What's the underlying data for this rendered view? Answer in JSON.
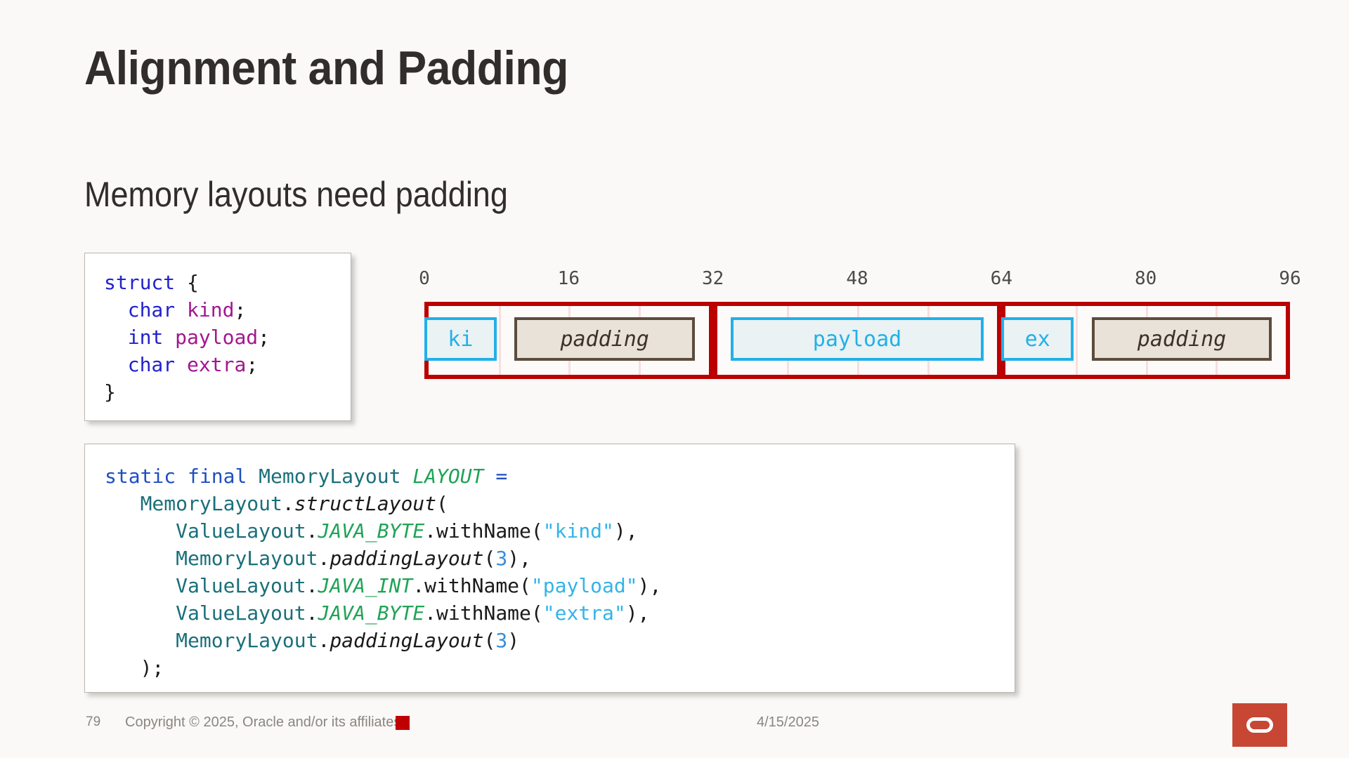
{
  "slide": {
    "title": "Alignment and Padding",
    "subtitle": "Memory layouts need padding"
  },
  "struct_code": {
    "lines": [
      [
        {
          "t": "struct",
          "c": "kw"
        },
        {
          "t": " {",
          "c": "pun"
        }
      ],
      [
        {
          "t": "  ",
          "c": "pun"
        },
        {
          "t": "char",
          "c": "kw"
        },
        {
          "t": " ",
          "c": "pun"
        },
        {
          "t": "kind",
          "c": "id"
        },
        {
          "t": ";",
          "c": "pun"
        }
      ],
      [
        {
          "t": "  ",
          "c": "pun"
        },
        {
          "t": "int",
          "c": "kw"
        },
        {
          "t": " ",
          "c": "pun"
        },
        {
          "t": "payload",
          "c": "id"
        },
        {
          "t": ";",
          "c": "pun"
        }
      ],
      [
        {
          "t": "  ",
          "c": "pun"
        },
        {
          "t": "char",
          "c": "kw"
        },
        {
          "t": " ",
          "c": "pun"
        },
        {
          "t": "extra",
          "c": "id"
        },
        {
          "t": ";",
          "c": "pun"
        }
      ],
      [
        {
          "t": "}",
          "c": "pun"
        }
      ]
    ]
  },
  "layout_code": {
    "lines": [
      [
        {
          "t": "static",
          "c": "kw2"
        },
        {
          "t": " ",
          "c": "pun"
        },
        {
          "t": "final",
          "c": "kw2"
        },
        {
          "t": " ",
          "c": "pun"
        },
        {
          "t": "MemoryLayout",
          "c": "cls"
        },
        {
          "t": " ",
          "c": "pun"
        },
        {
          "t": "LAYOUT",
          "c": "cst"
        },
        {
          "t": " ",
          "c": "pun"
        },
        {
          "t": "=",
          "c": "kw2"
        }
      ],
      [
        {
          "t": "   ",
          "c": "pun"
        },
        {
          "t": "MemoryLayout",
          "c": "cls"
        },
        {
          "t": ".",
          "c": "pun"
        },
        {
          "t": "structLayout",
          "c": "mth"
        },
        {
          "t": "(",
          "c": "pun"
        }
      ],
      [
        {
          "t": "      ",
          "c": "pun"
        },
        {
          "t": "ValueLayout",
          "c": "cls"
        },
        {
          "t": ".",
          "c": "pun"
        },
        {
          "t": "JAVA_BYTE",
          "c": "cst"
        },
        {
          "t": ".withName(",
          "c": "pun"
        },
        {
          "t": "\"kind\"",
          "c": "str"
        },
        {
          "t": "),",
          "c": "pun"
        }
      ],
      [
        {
          "t": "      ",
          "c": "pun"
        },
        {
          "t": "MemoryLayout",
          "c": "cls"
        },
        {
          "t": ".",
          "c": "pun"
        },
        {
          "t": "paddingLayout",
          "c": "mth"
        },
        {
          "t": "(",
          "c": "pun"
        },
        {
          "t": "3",
          "c": "num"
        },
        {
          "t": "),",
          "c": "pun"
        }
      ],
      [
        {
          "t": "      ",
          "c": "pun"
        },
        {
          "t": "ValueLayout",
          "c": "cls"
        },
        {
          "t": ".",
          "c": "pun"
        },
        {
          "t": "JAVA_INT",
          "c": "cst"
        },
        {
          "t": ".withName(",
          "c": "pun"
        },
        {
          "t": "\"payload\"",
          "c": "str"
        },
        {
          "t": "),",
          "c": "pun"
        }
      ],
      [
        {
          "t": "      ",
          "c": "pun"
        },
        {
          "t": "ValueLayout",
          "c": "cls"
        },
        {
          "t": ".",
          "c": "pun"
        },
        {
          "t": "JAVA_BYTE",
          "c": "cst"
        },
        {
          "t": ".withName(",
          "c": "pun"
        },
        {
          "t": "\"extra\"",
          "c": "str"
        },
        {
          "t": "),",
          "c": "pun"
        }
      ],
      [
        {
          "t": "      ",
          "c": "pun"
        },
        {
          "t": "MemoryLayout",
          "c": "cls"
        },
        {
          "t": ".",
          "c": "pun"
        },
        {
          "t": "paddingLayout",
          "c": "mth"
        },
        {
          "t": "(",
          "c": "pun"
        },
        {
          "t": "3",
          "c": "num"
        },
        {
          "t": ")",
          "c": "pun"
        }
      ],
      [
        {
          "t": "   );",
          "c": "pun"
        }
      ]
    ]
  },
  "diagram": {
    "unit_min": 0,
    "unit_max": 96,
    "scale_ticks": [
      {
        "label": "0",
        "value": 0
      },
      {
        "label": "16",
        "value": 16
      },
      {
        "label": "32",
        "value": 32
      },
      {
        "label": "48",
        "value": 48
      },
      {
        "label": "64",
        "value": 64
      },
      {
        "label": "80",
        "value": 80
      },
      {
        "label": "96",
        "value": 96
      }
    ],
    "gridline_step": 8,
    "word_groups": [
      {
        "start": 0,
        "end": 32
      },
      {
        "start": 32,
        "end": 64
      },
      {
        "start": 64,
        "end": 96
      }
    ],
    "fields": [
      {
        "label": "ki",
        "start": 0,
        "end": 8,
        "kind": "data"
      },
      {
        "label": "padding",
        "start": 10,
        "end": 30,
        "kind": "padding"
      },
      {
        "label": "payload",
        "start": 34,
        "end": 62,
        "kind": "data"
      },
      {
        "label": "ex",
        "start": 64,
        "end": 72,
        "kind": "data"
      },
      {
        "label": "padding",
        "start": 74,
        "end": 94,
        "kind": "padding"
      }
    ],
    "colors": {
      "group_border": "#bb0000",
      "gridline": "#f7dede",
      "data_border": "#22b0e8",
      "data_fill": "#eaf2f4",
      "padding_border": "#5b4c3c",
      "padding_fill": "#e9e2d9"
    }
  },
  "footer": {
    "page_number": "79",
    "copyright": "Copyright © 2025, Oracle and/or its affiliates",
    "date": "4/15/2025",
    "accent_color": "#c00000",
    "logo_color": "#c74634"
  }
}
